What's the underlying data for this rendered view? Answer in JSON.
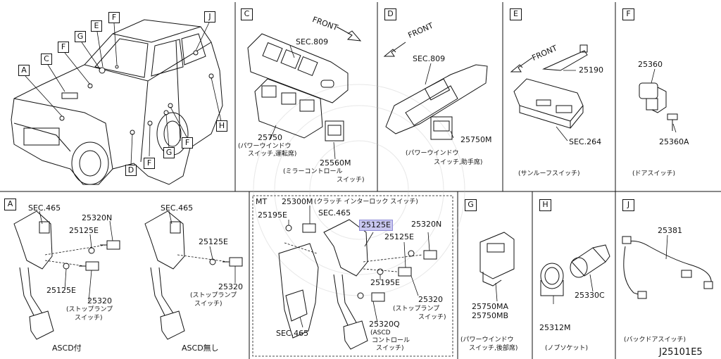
{
  "diagram_id": "J25101E5",
  "panels": {
    "overview": {
      "callouts": [
        "A",
        "C",
        "F",
        "G",
        "E",
        "F",
        "J",
        "H",
        "G",
        "F",
        "D",
        "F"
      ]
    },
    "C": {
      "letter": "C",
      "front": "FRONT",
      "sec": "SEC.809",
      "part1": "25750",
      "part1_desc1": "(パワーウインドウ",
      "part1_desc2": "スイッチ,運転席)",
      "part2": "25560M",
      "part2_desc1": "(ミラーコントロール",
      "part2_desc2": "スイッチ)"
    },
    "D": {
      "letter": "D",
      "front": "FRONT",
      "sec": "SEC.809",
      "part": "25750M",
      "desc1": "(パワーウインドウ",
      "desc2": "スイッチ,助手席)"
    },
    "E": {
      "letter": "E",
      "front": "FRONT",
      "part": "25190",
      "sec": "SEC.264",
      "desc": "(サンルーフスイッチ)"
    },
    "F": {
      "letter": "F",
      "part1": "25360",
      "part2": "25360A",
      "desc": "(ドアスイッチ)"
    },
    "A": {
      "letter": "A",
      "left": {
        "sec": "SEC.465",
        "p1": "25320N",
        "p2": "25125E",
        "p3": "25125E",
        "p4": "25320",
        "desc1": "(ストップランプ",
        "desc2": "スイッチ)",
        "caption": "ASCD付"
      },
      "right": {
        "sec": "SEC.465",
        "p1": "25125E",
        "p2": "25320",
        "desc1": "(ストップランプ",
        "desc2": "スイッチ)",
        "caption": "ASCD無し"
      }
    },
    "MT": {
      "tag": "MT",
      "top_part": "25300M",
      "top_desc": "(クラッチ インターロック スイッチ)",
      "p195a": "25195E",
      "sec_top": "SEC.465",
      "highlight": "25125E",
      "p320n": "25320N",
      "p125": "25125E",
      "p195b": "25195E",
      "p320": "25320",
      "p320_desc1": "(ストップランプ",
      "p320_desc2": "スイッチ)",
      "sec_bottom": "SEC.465",
      "p320q": "25320Q",
      "ascd1": "(ASCD",
      "ascd2": "コントロール",
      "ascd3": "スイッチ)"
    },
    "G": {
      "letter": "G",
      "part1": "25750MA",
      "part2": "25750MB",
      "desc1": "(パワーウインドウ",
      "desc2": "スイッチ,後部席)"
    },
    "H": {
      "letter": "H",
      "part1": "25312M",
      "part2": "25330C",
      "desc": "(ノブソケット)"
    },
    "J": {
      "letter": "J",
      "part": "25381",
      "desc": "(バックドアスイッチ)"
    }
  }
}
